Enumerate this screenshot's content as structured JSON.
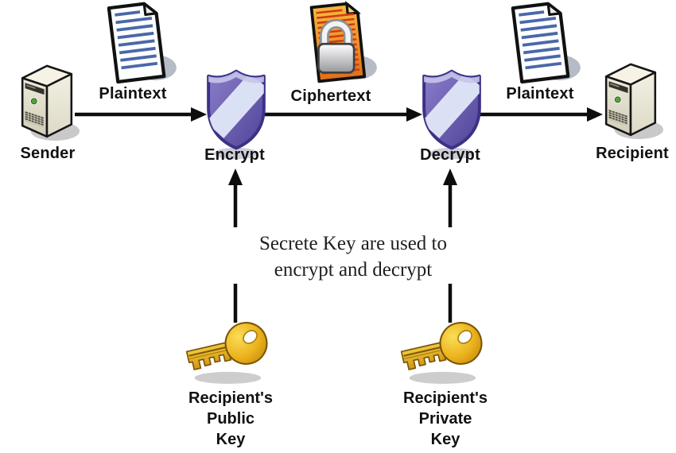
{
  "diagram": {
    "nodes": {
      "sender": {
        "label": "Sender",
        "icon": "server-tower-icon"
      },
      "plaintext_left": {
        "label": "Plaintext",
        "icon": "document-lines-icon"
      },
      "encrypt": {
        "label": "Encrypt",
        "icon": "shield-icon"
      },
      "ciphertext": {
        "label": "Ciphertext",
        "icon": "locked-document-icon"
      },
      "decrypt": {
        "label": "Decrypt",
        "icon": "shield-icon"
      },
      "plaintext_right": {
        "label": "Plaintext",
        "icon": "document-lines-icon"
      },
      "recipient": {
        "label": "Recipient",
        "icon": "server-tower-icon"
      }
    },
    "note": {
      "line1": "Secrete Key are used to",
      "line2": "encrypt and decrypt"
    },
    "keys": {
      "public": {
        "icon": "key-icon",
        "line1": "Recipient's",
        "line2": "Public",
        "line3": "Key"
      },
      "private": {
        "icon": "key-icon",
        "line1": "Recipient's",
        "line2": "Private",
        "line3": "Key"
      }
    },
    "colors": {
      "background": "#ffffff",
      "arrow": "#0d0d0d",
      "shield_purple": "#6a5bb4",
      "shield_stripe": "#e0e6f8",
      "key_gold": "#ecb31f",
      "doc_orange": "#ee8b25",
      "doc_line_blue": "#4a68a8",
      "doc_line_red": "#cf3d0e",
      "server_beige": "#e9e5d2",
      "label_text": "#111111",
      "note_text": "#1f1f1f"
    }
  }
}
